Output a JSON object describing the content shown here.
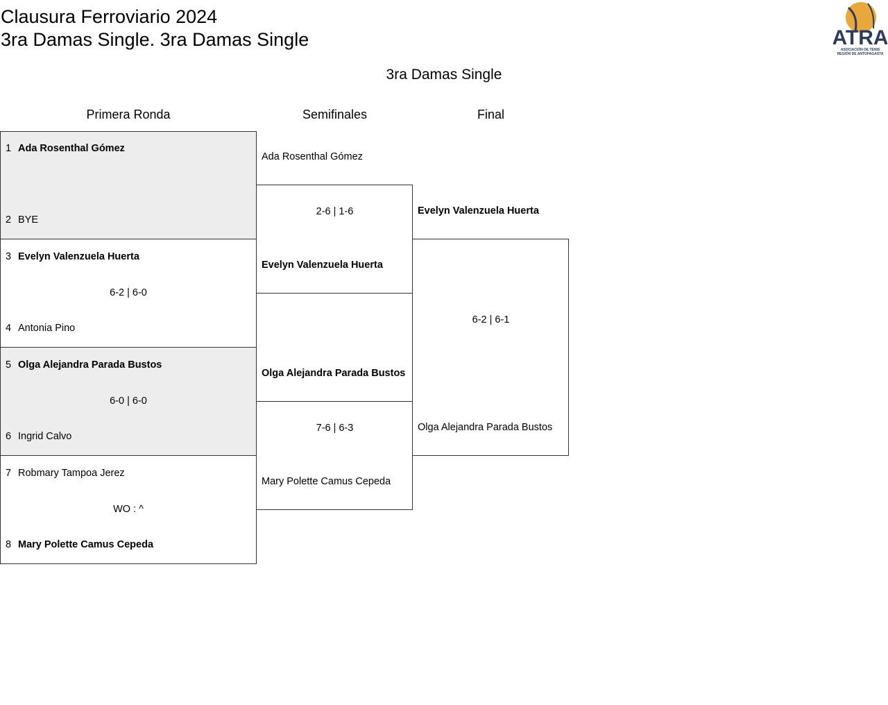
{
  "header": {
    "title_line1": "Clausura Ferroviario 2024",
    "title_line2": "3ra Damas Single. 3ra Damas Single",
    "logo_text": "ATRA",
    "logo_subtext_1": "ASOCIACIÓN DE TENIS",
    "logo_subtext_2": "REGIÓN DE ANTOFAGASTA",
    "colors": {
      "logo_navy": "#2f3b5c",
      "logo_gold": "#e8a83b"
    }
  },
  "draw_title": "3ra Damas Single",
  "rounds": [
    "Primera Ronda",
    "Semifinales",
    "Final"
  ],
  "first_round": [
    {
      "top": {
        "seed": "1",
        "name": "Ada Rosenthal Gómez",
        "winner": true
      },
      "bottom": {
        "seed": "2",
        "name": "BYE",
        "winner": false
      },
      "score": ""
    },
    {
      "top": {
        "seed": "3",
        "name": "Evelyn Valenzuela Huerta",
        "winner": true
      },
      "bottom": {
        "seed": "4",
        "name": "Antonia Pino",
        "winner": false
      },
      "score": "6-2 | 6-0"
    },
    {
      "top": {
        "seed": "5",
        "name": "Olga Alejandra Parada Bustos",
        "winner": true
      },
      "bottom": {
        "seed": "6",
        "name": "Ingrid Calvo",
        "winner": false
      },
      "score": "6-0 | 6-0"
    },
    {
      "top": {
        "seed": "7",
        "name": "Robmary Tampoa Jerez",
        "winner": false
      },
      "bottom": {
        "seed": "8",
        "name": "Mary Polette Camus Cepeda",
        "winner": true
      },
      "score": "WO : ^"
    }
  ],
  "semifinals": [
    {
      "top": "Ada Rosenthal Gómez",
      "bottom": "Evelyn Valenzuela Huerta",
      "score": "2-6 | 1-6"
    },
    {
      "top": "Olga Alejandra Parada Bustos",
      "bottom": "Mary Polette Camus Cepeda",
      "score": "7-6 | 6-3"
    }
  ],
  "final": {
    "top": "Evelyn Valenzuela Huerta",
    "bottom": "Olga Alejandra Parada Bustos",
    "score": "6-2 | 6-1"
  }
}
